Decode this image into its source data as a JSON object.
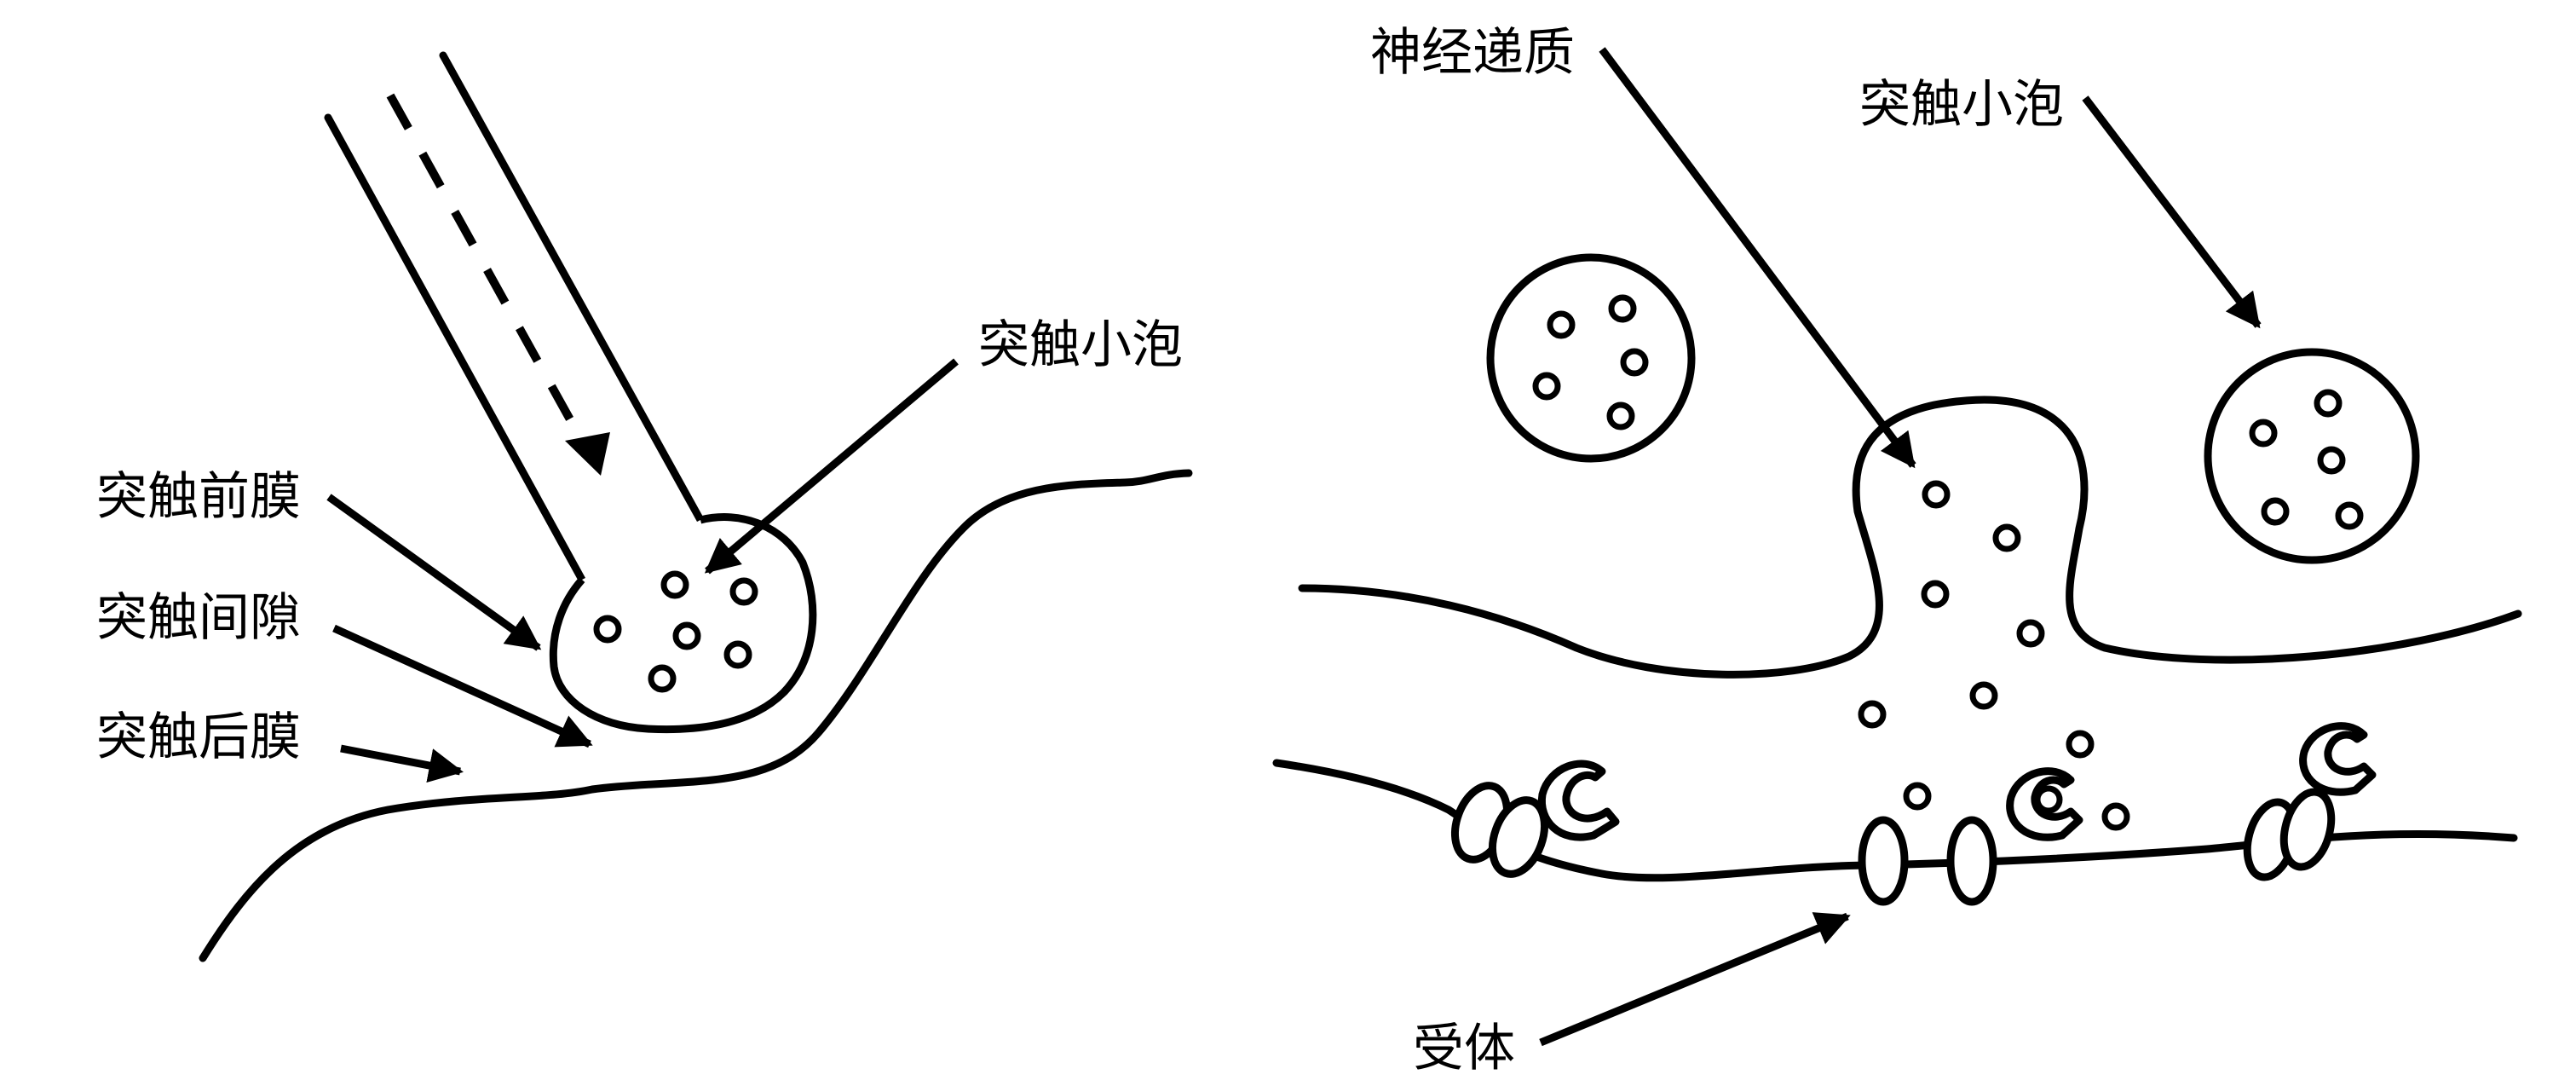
{
  "labels": {
    "left_vesicle": "突触小泡",
    "presynaptic_membrane": "突触前膜",
    "synaptic_cleft": "突触间隙",
    "postsynaptic_membrane": "突触后膜",
    "neurotransmitter": "神经递质",
    "right_vesicle": "突触小泡",
    "receptor": "受体"
  }
}
